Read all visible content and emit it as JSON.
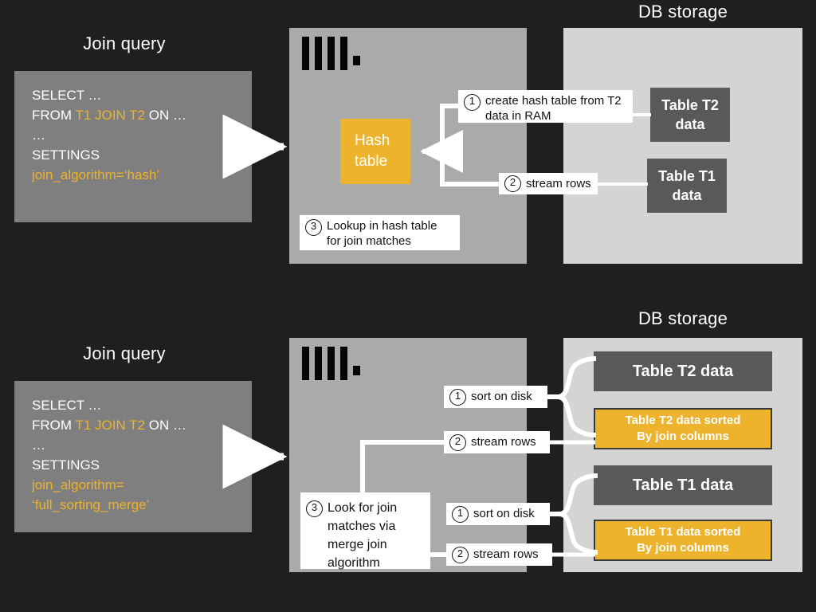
{
  "diagram": {
    "title": "ClickHouse join algorithms: hash join vs full sorting merge join",
    "colors": {
      "background": "#211f1d",
      "engine_panel": "#aaaaaa",
      "storage_panel": "#d4d4d4",
      "query_panel": "#7f7f7f",
      "accent_yellow": "#eeb32c",
      "table_chip": "#595959",
      "callout_bg": "#ffffff",
      "wire": "#ffffff"
    }
  },
  "top": {
    "query_title": "Join query",
    "storage_title": "DB storage",
    "query": {
      "line1": "SELECT …",
      "line2_from": "FROM ",
      "line2_hl": "T1 JOIN T2",
      "line2_tail": " ON …",
      "line3": "…",
      "line4": "SETTINGS",
      "line5": "join_algorithm=‘hash’"
    },
    "hash_box": {
      "line1": "Hash",
      "line2": "table"
    },
    "callouts": [
      {
        "num": "1",
        "text": "create hash table from T2 data in RAM"
      },
      {
        "num": "2",
        "text": "stream rows"
      },
      {
        "num": "3",
        "text": "Lookup in hash table for join matches"
      }
    ],
    "tables": [
      {
        "line1": "Table T2",
        "line2": "data"
      },
      {
        "line1": "Table T1",
        "line2": "data"
      }
    ],
    "logo_name": "clickhouse-logo"
  },
  "bottom": {
    "query_title": "Join query",
    "storage_title": "DB storage",
    "query": {
      "line1": "SELECT …",
      "line2_from": "FROM ",
      "line2_hl": "T1 JOIN T2",
      "line2_tail": " ON …",
      "line3": "…",
      "line4": "SETTINGS",
      "line5": "join_algorithm=",
      "line6": "‘full_sorting_merge’"
    },
    "merge_box": {
      "num": "3",
      "text": "Look for join matches via merge join algorithm"
    },
    "callouts": [
      {
        "num": "1",
        "text": "sort on disk"
      },
      {
        "num": "2",
        "text": "stream rows"
      },
      {
        "num": "1",
        "text": "sort on disk"
      },
      {
        "num": "2",
        "text": "stream rows"
      }
    ],
    "tables": [
      {
        "label": "Table T2 data",
        "kind": "raw"
      },
      {
        "line1": "Table T2 data sorted",
        "line2": "By join columns",
        "kind": "sorted"
      },
      {
        "label": "Table T1 data",
        "kind": "raw"
      },
      {
        "line1": "Table T1 data sorted",
        "line2": "By join columns",
        "kind": "sorted"
      }
    ],
    "logo_name": "clickhouse-logo"
  }
}
